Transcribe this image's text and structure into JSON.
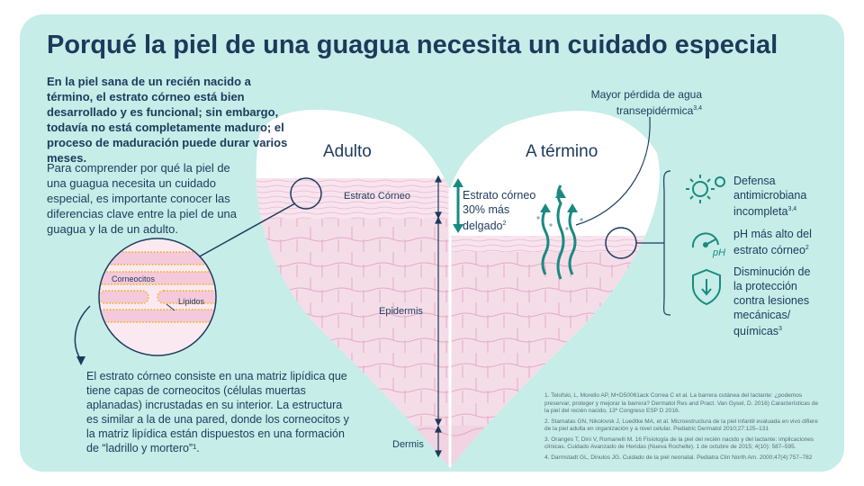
{
  "title": "Porqué la piel de una guagua necesita un cuidado especial",
  "intro_bold": "En la piel sana de un recién nacido a término, el estrato córneo está bien desarrollado y es funcional; sin embargo, todavía no está completamente maduro; el proceso de maduración puede durar varios meses.",
  "intro": "Para comprender por qué la piel de una guagua necesita un cuidado especial, es importante conocer las diferencias clave entre la piel de una guagua y la de un adulto.",
  "bottom_text": "El estrato córneo consiste en una matriz lipídica que tiene capas de corneocitos (células muertas aplanadas) incrustadas en su interior. La estructura es similar a la de una pared, donde los corneocitos y la matriz lipídica están dispuestos en una formación de “ladrillo y mortero”¹.",
  "diagram": {
    "adult_heading": "Adulto",
    "term_heading": "A término",
    "estrato_corneo": "Estrato Córneo",
    "epidermis": "Epidermis",
    "dermis": "Dermis",
    "corneocitos": "Corneocitos",
    "lipidos": "Lípidos",
    "thinner_line1": "Estrato córneo",
    "thinner_line2": "30% más",
    "thinner_line3": "delgado",
    "thinner_sup": "2",
    "transep_line1": "Mayor pérdida de agua",
    "transep_line2": "transepidérmica",
    "transep_sup": "3,4"
  },
  "features": [
    {
      "line1": "Defensa",
      "line2": "antimicrobiana",
      "line3": "incompleta",
      "sup": "3,4",
      "icon": "microbe-icon"
    },
    {
      "line1": "pH más alto del",
      "line2": "estrato córneo",
      "sup": "2",
      "icon": "ph-icon",
      "icon_text": "pH"
    },
    {
      "line1": "Disminución de",
      "line2": "la protección",
      "line3": "contra lesiones",
      "line4": "mecánicas/",
      "line5": "químicas",
      "sup": "3",
      "icon": "shield-icon"
    }
  ],
  "references": [
    "1. Telofski, L, Morello AP, M+D50061ack Correa C et al. La barrera cutánea del lactante: ¿podemos preservar, proteger y mejorar la barrera? Dermatol Res and Pract. Van Gysel, D. 2016) Características de la piel del recién nacido, 13º Congreso ESP D 2016.",
    "2. Stamatas GN, Nikolovsk J, Luedtke MA, et al. Microestructura de la piel infantil evaluada en vivo difiere de la piel adulta en organización y a nivel celular. Pediatric Dermatol 2010;27:125–131",
    "3. Oranges T, Dini V, Romanelli M. 16 Fisiología de la piel del recién nacido y del lactante: implicaciones clínicas. Cuidado Avanzado de Heridas (Nueva Rochelle). 1 de octubre de 2015; 4(10): 587–595.",
    "4. Darmstadt GL, Dinulos JG. Cuidado de la piel neonatal. Pediatra Clin North Am. 2000;47(4):757–782"
  ],
  "colors": {
    "background": "#c6ede8",
    "navy": "#1d3a5c",
    "teal": "#1a8a80",
    "skin_pink": "#f5dde8",
    "cell_line": "#e3aac6"
  }
}
